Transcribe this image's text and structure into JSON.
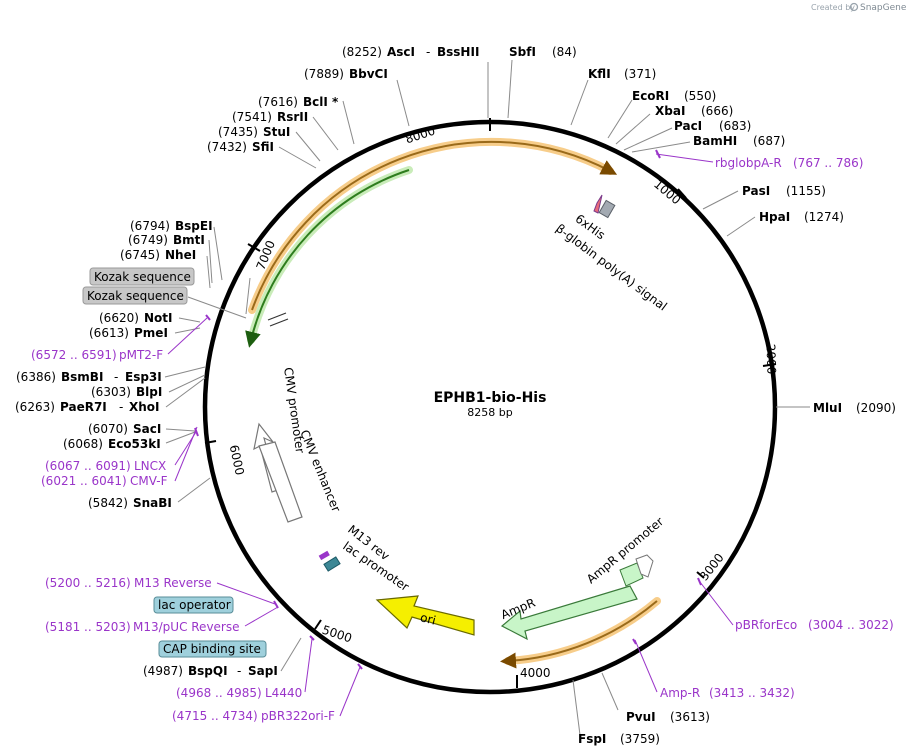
{
  "brand": {
    "created_by": "Created by",
    "name": "SnapGene"
  },
  "plasmid": {
    "name": "EPHB1-bio-His",
    "length": "8258 bp"
  },
  "ticks": [
    "1000",
    "2000",
    "3000",
    "4000",
    "5000",
    "6000",
    "7000",
    "8000"
  ],
  "enzymes": [
    {
      "name": "AscI",
      "pos": "(8252)",
      "pair": "BssHII"
    },
    {
      "name": "SbfI",
      "pos": "(84)"
    },
    {
      "name": "BbvCI",
      "pos": "(7889)"
    },
    {
      "name": "KflI",
      "pos": "(371)"
    },
    {
      "name": "EcoRI",
      "pos": "(550)"
    },
    {
      "name": "XbaI",
      "pos": "(666)"
    },
    {
      "name": "PacI",
      "pos": "(683)"
    },
    {
      "name": "BamHI",
      "pos": "(687)"
    },
    {
      "name": "BclI *",
      "pos": "(7616)"
    },
    {
      "name": "RsrII",
      "pos": "(7541)"
    },
    {
      "name": "StuI",
      "pos": "(7435)"
    },
    {
      "name": "SfiI",
      "pos": "(7432)"
    },
    {
      "name": "PasI",
      "pos": "(1155)"
    },
    {
      "name": "HpaI",
      "pos": "(1274)"
    },
    {
      "name": "BspEI",
      "pos": "(6794)"
    },
    {
      "name": "BmtI",
      "pos": "(6749)"
    },
    {
      "name": "NheI",
      "pos": "(6745)"
    },
    {
      "name": "NotI",
      "pos": "(6620)"
    },
    {
      "name": "PmeI",
      "pos": "(6613)"
    },
    {
      "name": "BsmBI",
      "pos": "(6386)",
      "pair": "Esp3I"
    },
    {
      "name": "BlpI",
      "pos": "(6303)"
    },
    {
      "name": "PaeR7I",
      "pos": "(6263)",
      "pair": "XhoI"
    },
    {
      "name": "MluI",
      "pos": "(2090)"
    },
    {
      "name": "SacI",
      "pos": "(6070)"
    },
    {
      "name": "Eco53kI",
      "pos": "(6068)"
    },
    {
      "name": "SnaBI",
      "pos": "(5842)"
    },
    {
      "name": "BspQI",
      "pos": "(4987)",
      "pair": "SapI"
    },
    {
      "name": "PvuI",
      "pos": "(3613)"
    },
    {
      "name": "FspI",
      "pos": "(3759)"
    }
  ],
  "primers": [
    {
      "name": "rbglobpA-R",
      "range": "(767 .. 786)"
    },
    {
      "name": "pMT2-F",
      "range": "(6572 .. 6591)"
    },
    {
      "name": "LNCX",
      "range": "(6067 .. 6091)"
    },
    {
      "name": "CMV-F",
      "range": "(6021 .. 6041)"
    },
    {
      "name": "M13 Reverse",
      "range": "(5200 .. 5216)"
    },
    {
      "name": "M13/pUC Reverse",
      "range": "(5181 .. 5203)"
    },
    {
      "name": "L4440",
      "range": "(4968 .. 4985)"
    },
    {
      "name": "pBR322ori-F",
      "range": "(4715 .. 4734)"
    },
    {
      "name": "pBRforEco",
      "range": "(3004 .. 3022)"
    },
    {
      "name": "Amp-R",
      "range": "(3413 .. 3432)"
    }
  ],
  "boxes": {
    "kozak1": "Kozak sequence",
    "kozak2": "Kozak sequence",
    "lac_operator": "lac operator",
    "cap_site": "CAP binding site"
  },
  "features": {
    "his": "6xHis",
    "globin": "β-globin poly(A) signal",
    "cmv_promoter": "CMV promoter",
    "cmv_enhancer": "CMV enhancer",
    "m13_rev": "M13 rev",
    "lac_promoter": "lac promoter",
    "ori": "ori",
    "ampr": "AmpR",
    "ampr_promoter": "AmpR promoter"
  },
  "colors": {
    "orange_arc": "#f0a030",
    "green_arc": "#2e8b1e",
    "ori": "#f5ef00",
    "ampr": "#c8f5c8",
    "lac_box": "#9fd0dc",
    "kozak_box": "#c7c7c7",
    "primer": "#9a35c9"
  }
}
